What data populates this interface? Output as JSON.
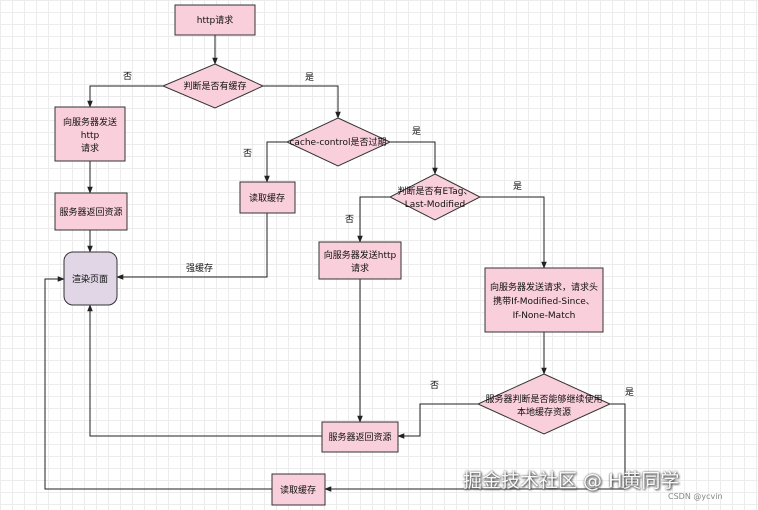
{
  "nodes": {
    "http_request": "http请求",
    "check_cache": "判断是否有缓存",
    "send_server_left": [
      "向服务器发送",
      "http",
      "请求"
    ],
    "server_return_left": "服务器返回资源",
    "render_page": "渲染页面",
    "cache_control": "cache-control是否过期",
    "read_cache_mid": "读取缓存",
    "etag_check": [
      "判断是否有ETag、",
      "Last-Modified"
    ],
    "send_server_mid": [
      "向服务器发送http",
      "请求"
    ],
    "send_headers": [
      "向服务器发送请求，请求头",
      "携带If-Modified-Since、",
      "If-None-Match"
    ],
    "server_judge": [
      "服务器判断是否能够继续使用",
      "本地缓存资源"
    ],
    "server_return_bottom": "服务器返回资源",
    "read_cache_bottom": "读取缓存"
  },
  "edge_labels": {
    "no_1": "否",
    "yes_1": "是",
    "no_2": "否",
    "yes_2": "是",
    "strong_cache": "强缓存",
    "no_3": "否",
    "yes_3": "是",
    "no_4": "否",
    "yes_4": "是"
  },
  "watermark": {
    "main": "掘金技术社区 @ H黄同学",
    "small": "CSDN @ycvin"
  },
  "colors": {
    "node_fill": "#f9cfdc",
    "render_fill": "#e0d6e6",
    "stroke": "#333333"
  }
}
